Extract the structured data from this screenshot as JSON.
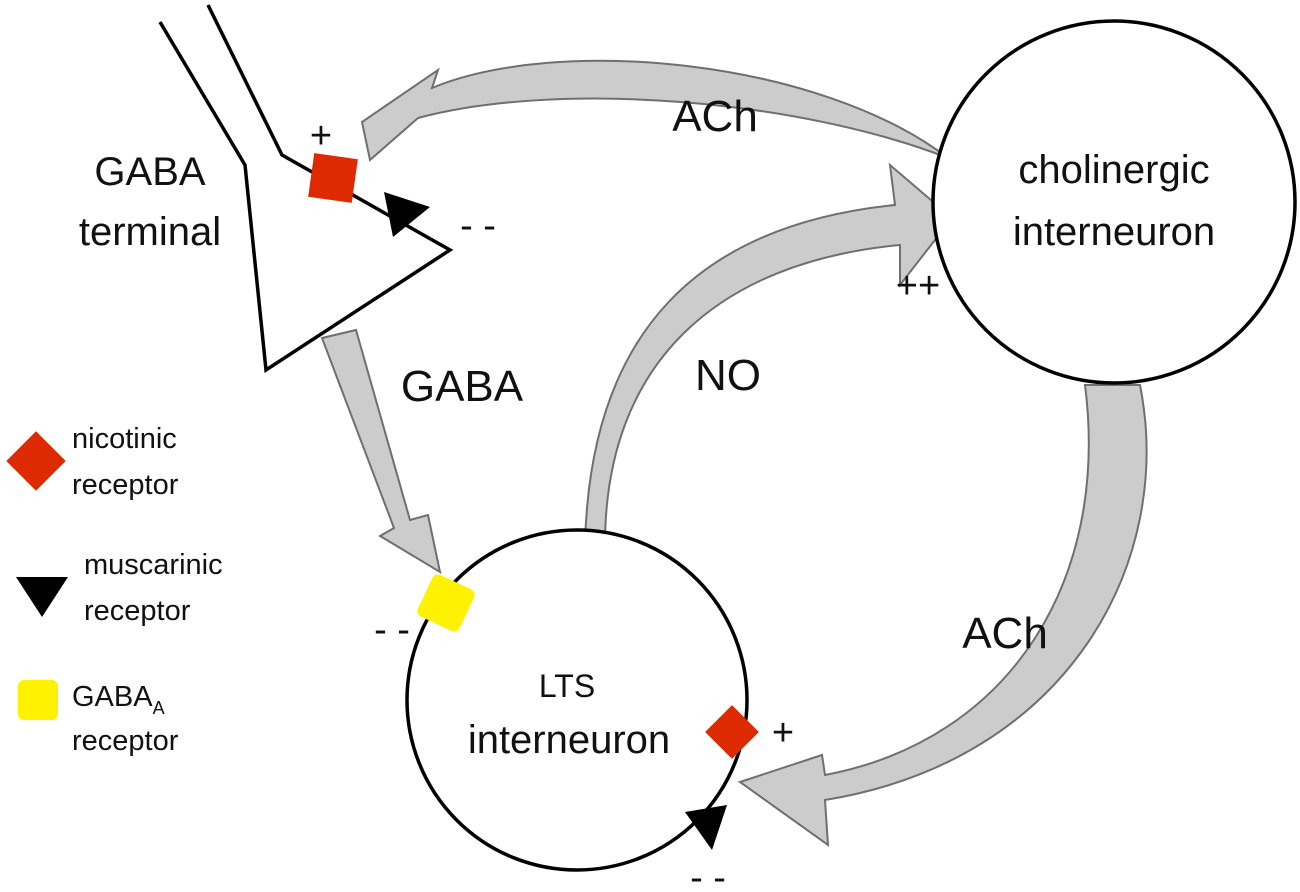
{
  "colors": {
    "nicotinic": "#dd2a00",
    "muscarinic": "#000000",
    "gaba_a": "#fff200",
    "arrow_fill": "#cccccc",
    "arrow_stroke": "#6f6f6f"
  },
  "gaba_terminal": {
    "line1": "GABA",
    "line2": "terminal"
  },
  "cholinergic": {
    "line1": "cholinergic",
    "line2": "interneuron"
  },
  "lts": {
    "line1": "LTS",
    "line2": "interneuron"
  },
  "arrows": {
    "ach_top": "ACh",
    "gaba": "GABA",
    "no": "NO",
    "ach_bottom": "ACh"
  },
  "signs": {
    "terminal_nicotinic": "+",
    "terminal_muscarinic": "- -",
    "cholinergic_input": "++",
    "lts_gaba_a": "- -",
    "lts_nicotinic": "+",
    "lts_muscarinic": "- -"
  },
  "legend": {
    "nicotinic": {
      "line1": "nicotinic",
      "line2": "receptor",
      "icon": "red-diamond"
    },
    "muscarinic": {
      "line1": "muscarinic",
      "line2": "receptor",
      "icon": "black-triangle"
    },
    "gaba_a": {
      "line1": "GABA",
      "subscript": "A",
      "line2": "receptor",
      "icon": "yellow-square"
    }
  }
}
